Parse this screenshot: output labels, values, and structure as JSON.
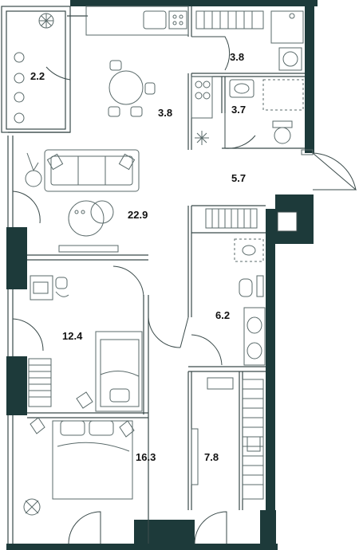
{
  "plan": {
    "wall_color": "#1d3a3a",
    "line_color": "#3a4a4a",
    "fixture_color": "#5a6a6a",
    "rooms": [
      {
        "id": "balcony",
        "area": "2.2",
        "icon": "plant-icon"
      },
      {
        "id": "kitchen",
        "area": "3.8",
        "icon": "dining-table-icon"
      },
      {
        "id": "laundry",
        "area": "3.8",
        "icon": "washing-machine-icon"
      },
      {
        "id": "bathroom-small",
        "area": "3.7",
        "icon": "toilet-icon"
      },
      {
        "id": "hallway",
        "area": "5.7",
        "icon": "entrance-door-icon"
      },
      {
        "id": "living-room",
        "area": "22.9",
        "icon": "sofa-icon"
      },
      {
        "id": "bathroom-large",
        "area": "6.2",
        "icon": "bathtub-icon"
      },
      {
        "id": "study",
        "area": "12.4",
        "icon": "desk-icon"
      },
      {
        "id": "bedroom",
        "area": "16.3",
        "icon": "double-bed-icon"
      },
      {
        "id": "walk-in-closet",
        "area": "7.8",
        "icon": "wardrobe-icon"
      }
    ]
  }
}
